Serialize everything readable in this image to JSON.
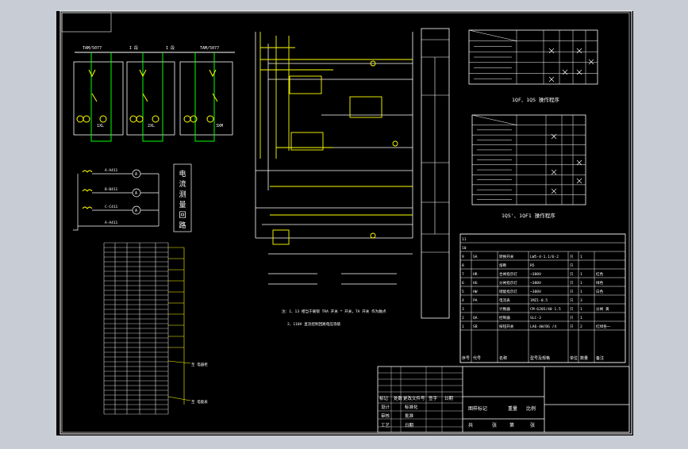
{
  "colors": {
    "background": "#c8ccd4",
    "canvas": "#000000",
    "lines": "#ffffff",
    "yellow": "#ffff00",
    "green": "#00ff00",
    "cyan": "#00ffff",
    "magenta": "#ff00ff"
  },
  "left_top": {
    "bus_labels": [
      "TAM/5077",
      "I 段",
      "I 段",
      "TAM/5077"
    ],
    "bay_labels": [
      "1XL",
      "2XL",
      "3XM"
    ]
  },
  "ct_block": {
    "title": "电流测量回路",
    "meters": [
      "A",
      "A",
      "A"
    ],
    "lines": [
      "A-A411",
      "B-B411",
      "C-C411",
      "A-A411"
    ]
  },
  "right_title_1": "1QF、1QS 操作程序",
  "right_title_2": "1QS'、1QF1 操作程序",
  "notes": {
    "note1": "注：1、13 相当于联锁 TRA 开关 * 开关，TA 开关 作为触点",
    "note2": "2、110V 直流控制回路电压等级"
  },
  "bom": {
    "rows": [
      {
        "no": "11",
        "code": "",
        "name": "",
        "spec": "",
        "unit": "",
        "qty": "",
        "remark": ""
      },
      {
        "no": "10",
        "code": "",
        "name": "",
        "spec": "",
        "unit": "",
        "qty": "",
        "remark": ""
      },
      {
        "no": "9",
        "code": "SA",
        "name": "转换开关",
        "spec": "LW5-4-1.1/6-2",
        "unit": "只",
        "qty": "1",
        "remark": ""
      },
      {
        "no": "8",
        "code": "",
        "name": "熔断",
        "spec": "R5",
        "unit": "只",
        "qty": "",
        "remark": ""
      },
      {
        "no": "7",
        "code": "HR",
        "name": "合闸指示灯",
        "spec": "~380V",
        "unit": "只",
        "qty": "1",
        "remark": "红色"
      },
      {
        "no": "6",
        "code": "HG",
        "name": "分闸指示灯",
        "spec": "~380V",
        "unit": "只",
        "qty": "1",
        "remark": "绿色"
      },
      {
        "no": "5",
        "code": "HW",
        "name": "储能指示灯",
        "spec": "~380V",
        "unit": "只",
        "qty": "1",
        "remark": "白色"
      },
      {
        "no": "4",
        "code": "PA",
        "name": "电流表",
        "spec": "1MZ1-0.5",
        "unit": "只",
        "qty": "3",
        "remark": ""
      },
      {
        "no": "3",
        "code": "",
        "name": "计数器",
        "spec": "CM-6205/40 1.5",
        "unit": "只",
        "qty": "1",
        "remark": "分闸 黄"
      },
      {
        "no": "2",
        "code": "QA",
        "name": "控制器",
        "spec": "SLC-3",
        "unit": "只",
        "qty": "1",
        "remark": ""
      },
      {
        "no": "1",
        "code": "SB",
        "name": "按钮开关",
        "spec": "LA6-4W/DG /4",
        "unit": "只",
        "qty": "2",
        "remark": "红绿各一"
      }
    ],
    "header": {
      "no": "序号",
      "code": "代号",
      "name": "名称",
      "spec": "型号及规格",
      "unit": "单位",
      "qty": "数量",
      "remark": "备注"
    }
  },
  "title_block": {
    "row1": [
      "标记",
      "处数",
      "更改文件号",
      "签字",
      "日期"
    ],
    "design": "设计",
    "check": "审核",
    "process": "工艺",
    "standard": "标准化",
    "approve": "批准",
    "date": "日期",
    "stage_label": "图样标记",
    "weight": "重量",
    "scale": "比例",
    "sheet": "共",
    "sheet_of": "张",
    "sheet_no": "第",
    "sheet_unit": "张"
  },
  "terminal_labels": {
    "a": "至 电器柜",
    "b": "至 电能表"
  }
}
